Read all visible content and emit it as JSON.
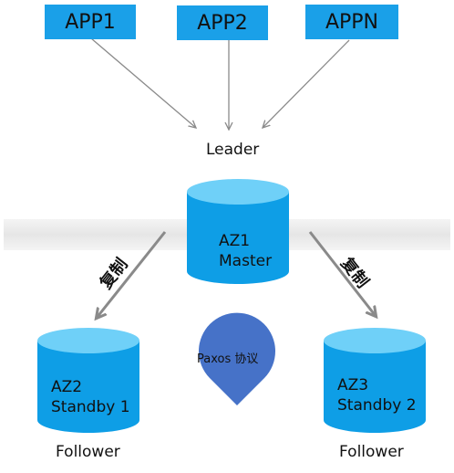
{
  "apps": [
    "APP1",
    "APP2",
    "APPN"
  ],
  "leader_label": "Leader",
  "master": {
    "zone": "AZ1",
    "role": "Master"
  },
  "standby_left": {
    "zone": "AZ2",
    "role": "Standby 1"
  },
  "standby_right": {
    "zone": "AZ3",
    "role": "Standby 2"
  },
  "follower_left": "Follower",
  "follower_right": "Follower",
  "replicate_left": "复制",
  "replicate_right": "复制",
  "protocol": "Paxos 协议",
  "colors": {
    "app_box": "#1aa0e8",
    "cylinder_body": "#0e9ee6",
    "cylinder_top": "#6fd0f8",
    "band": "#eeeeee",
    "paxos_pin": "#4672c8",
    "arrow": "#8a8a8a"
  }
}
